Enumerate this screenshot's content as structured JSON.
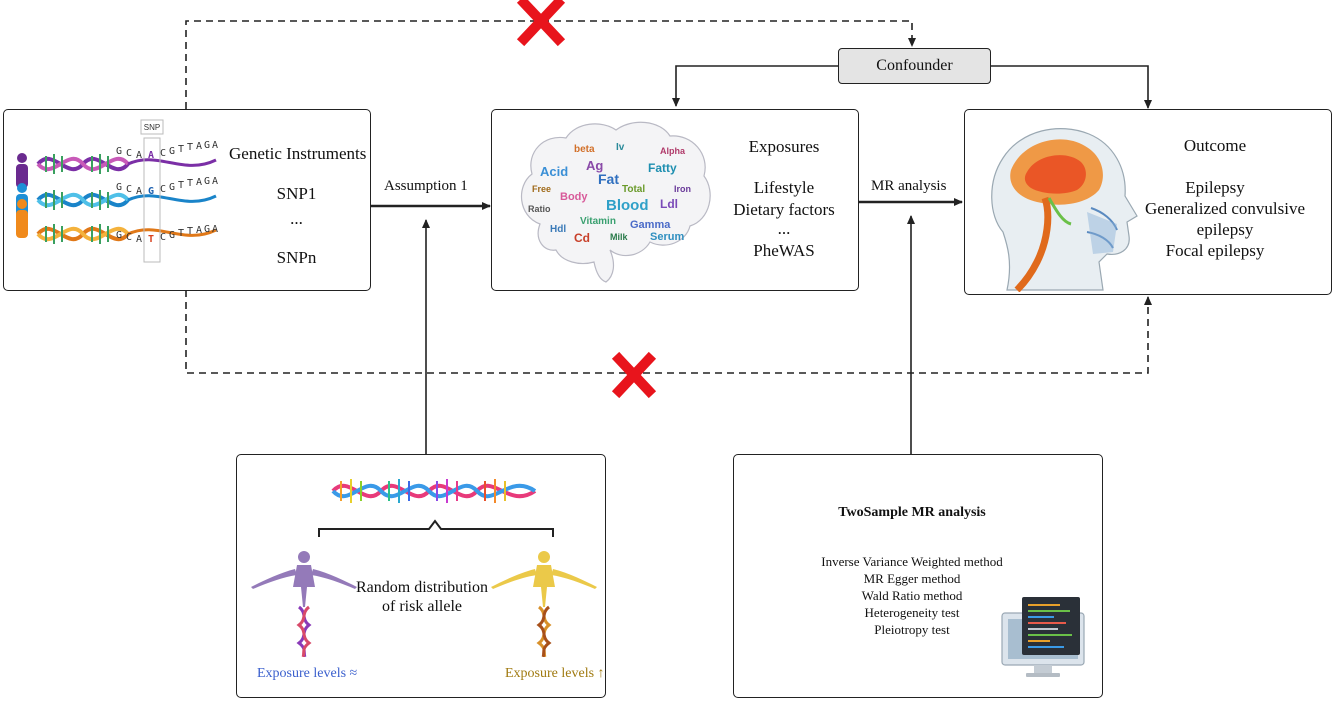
{
  "genetic_box": {
    "title": "Genetic Instruments",
    "snp_first": "SNP1",
    "ellipsis": "...",
    "snp_last": "SNPn",
    "dna_label": "SNP",
    "seq1": [
      "G",
      "C",
      "A",
      "A",
      "C",
      "G",
      "T",
      "T",
      "A",
      "G",
      "A"
    ],
    "seq2": [
      "G",
      "C",
      "A",
      "G",
      "C",
      "G",
      "T",
      "T",
      "A",
      "G",
      "A"
    ],
    "seq3": [
      "G",
      "C",
      "A",
      "T",
      "C",
      "G",
      "T",
      "T",
      "A",
      "G",
      "A"
    ]
  },
  "exposure_box": {
    "title": "Exposures",
    "item1": "Lifestyle",
    "item2": "Dietary factors",
    "item3": "...",
    "item4": "PheWAS",
    "brain_words": [
      "Acid",
      "Fat",
      "Blood",
      "Fatty",
      "Body",
      "Gamma",
      "Serum",
      "Ldl",
      "Vitamin",
      "Ag",
      "beta",
      "Cd",
      "Total",
      "Ratio",
      "Alpha",
      "Hdl",
      "Iv",
      "Free",
      "Iron",
      "Milk"
    ]
  },
  "outcome_box": {
    "title": "Outcome",
    "item1": "Epilepsy",
    "item2": "Generalized convulsive",
    "item3": "epilepsy",
    "item4": "Focal epilepsy"
  },
  "confounder": "Confounder",
  "arrow_labels": {
    "assumption": "Assumption 1",
    "mr": "MR analysis"
  },
  "random_box": {
    "text1": "Random distribution",
    "text2": "of risk allele",
    "left_label": "Exposure levels ≈",
    "right_label": "Exposure levels ↑"
  },
  "twosample_box": {
    "title": "TwoSample MR analysis",
    "methods": [
      "Inverse Variance Weighted method",
      "MR Egger method",
      "Wald Ratio method",
      "Heterogeneity test",
      "Pleiotropy test"
    ]
  },
  "colors": {
    "cross": "#e8141c",
    "confounder_fill": "#e4e4e4",
    "left_label": "#3a5fcd",
    "right_label": "#a07a10"
  }
}
